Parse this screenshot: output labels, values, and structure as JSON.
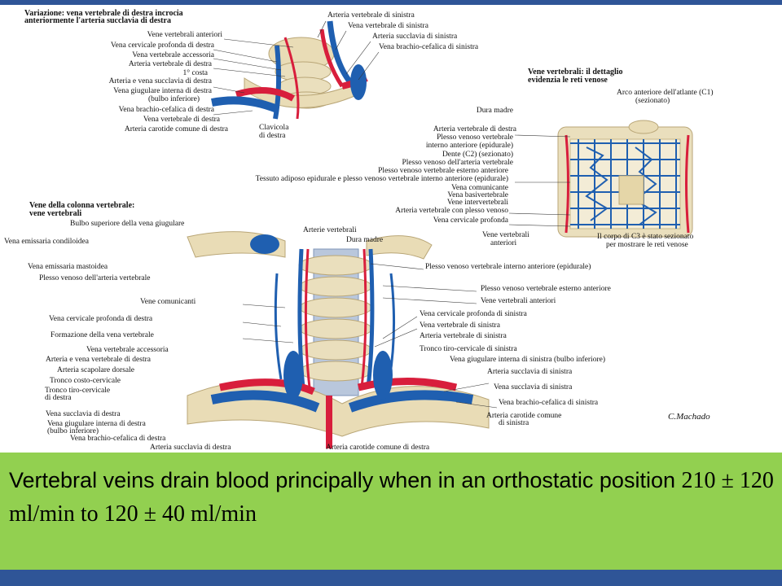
{
  "colors": {
    "bar": "#2f5597",
    "caption_bg": "#92d050",
    "artery": "#d81e3c",
    "vein": "#1f5fb0",
    "bone": "#e9dcb6"
  },
  "panel1": {
    "title_line1": "Variazione: vena vertebrale di destra incrocia",
    "title_line2": "anteriormente l'arteria succlavia di destra",
    "left_labels": [
      "Vene vertebrali anteriori",
      "Vena cervicale profonda di destra",
      "Vena vertebrale accessoria",
      "Arteria vertebrale di destra",
      "1° costa",
      "Arteria e vena succlavia di destra",
      "Vena giugulare interna di destra",
      "(bulbo inferiore)",
      "Vena brachio-cefalica di destra",
      "Vena vertebrale di destra",
      "Arteria carotide comune di destra"
    ],
    "right_labels": [
      "Arteria vertebrale di sinistra",
      "Vena vertebrale di sinistra",
      "Arteria succlavia di sinistra",
      "Vena brachio-cefalica di sinistra"
    ],
    "clavicola_line1": "Clavicola",
    "clavicola_line2": "di destra"
  },
  "panel2": {
    "title_line1": "Vene vertebrali: il dettaglio",
    "title_line2": "evidenzia le reti venose",
    "arco_line1": "Arco anteriore dell'atlante (C1)",
    "arco_line2": "(sezionato)",
    "labels": [
      "Dura madre",
      "Arteria vertebrale di destra",
      "Plesso venoso vertebrale",
      "interno anteriore (epidurale)",
      "Dente (C2) (sezionato)",
      "Plesso venoso dell'arteria vertebrale",
      "Plesso venoso vertebrale esterno anteriore",
      "Tessuto adiposo epidurale e plesso venoso vertebrale interno anteriore (epidurale)",
      "Vena comunicante",
      "Vena basivertebrale",
      "Vene intervertebrali",
      "Arteria vertebrale con plesso venoso",
      "Vena cervicale profonda"
    ],
    "vene_vert_line1": "Vene vertebrali",
    "vene_vert_line2": "anteriori",
    "c3_line1": "Il corpo di C3 è stato sezionato",
    "c3_line2": "per mostrare le reti venose"
  },
  "panel3": {
    "title_line1": "Vene della colonna vertebrale:",
    "title_line2": "vene vertebrali",
    "left_labels": [
      "Bulbo superiore della vena giugulare",
      "Vena emissaria condiloidea",
      "Vena emissaria mastoidea",
      "Plesso venoso dell'arteria vertebrale",
      "Vene comunicanti",
      "Vena cervicale profonda di destra",
      "Formazione della vena vertebrale",
      "Vena vertebrale accessoria",
      "Arteria e vena vertebrale di destra",
      "Arteria scapolare dorsale",
      "Tronco costo-cervicale",
      "Tronco tiro-cervicale",
      "di destra",
      "Vena succlavia di destra",
      "Vena giugulare interna di destra",
      "(bulbo inferiore)",
      "Vena brachio-cefalica di destra",
      "Arteria succlavia di destra"
    ],
    "top_labels": [
      "Arterie vertebrali",
      "Dura madre"
    ],
    "right_labels": [
      "Plesso venoso vertebrale interno anteriore (epidurale)",
      "Plesso venoso vertebrale esterno anteriore",
      "Vene vertebrali anteriori",
      "Vena cervicale profonda di sinistra",
      "Vena vertebrale di sinistra",
      "Arteria vertebrale di sinistra",
      "Tronco tiro-cervicale di sinistra",
      "Vena giugulare interna di sinistra (bulbo inferiore)",
      "Arteria succlavia di sinistra",
      "Vena succlavia di sinistra",
      "Vena brachio-cefalica di sinistra",
      "Arteria carotide comune",
      "di sinistra"
    ],
    "bottom_label": "Arteria carotide comune di destra",
    "signature": "C.Machado"
  },
  "caption": {
    "text": "Vertebral veins drain blood principally when in an orthostatic position ",
    "math": "210 ± 120 ml/min to 120 ± 40 ml/min"
  }
}
